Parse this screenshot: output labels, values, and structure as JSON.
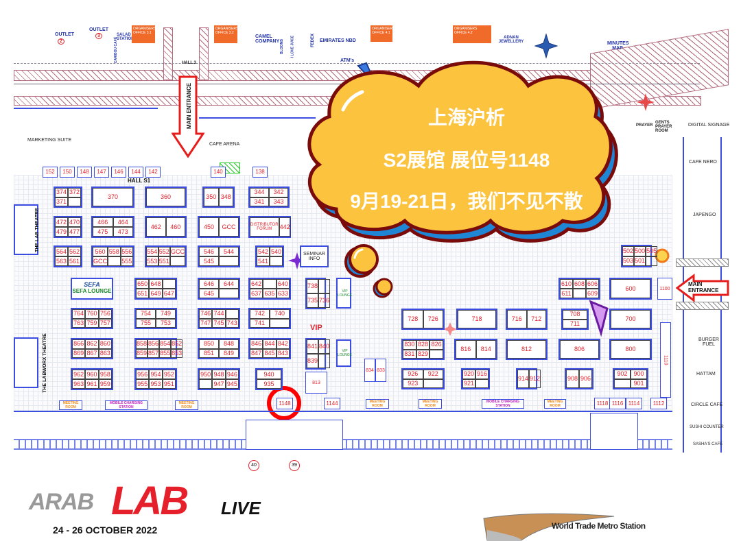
{
  "map": {
    "top_labels": {
      "outlet2": "OUTLET",
      "outlet2_num": "2",
      "outlet3": "OUTLET",
      "outlet3_num": "3",
      "caribou": "CARIBOU CAFÉ",
      "salad": "SALAD STATION",
      "org31": "ORGANISERS OFFICE 3.1",
      "org32": "ORGANISERS OFFICE 3.2",
      "org41": "ORGANISERS OFFICE 4.1",
      "org42": "ORGANISERS OFFICE 4.2",
      "camel": "CAMEL COMPANY",
      "blooms": "BLOOMS",
      "lovejuice": "I LOVE JUICE",
      "fedex": "FEDEX",
      "emirates": "EMIRATES NBD",
      "atms": "ATM's",
      "adnan": "ADNAN JEWELLERY",
      "minutes": "MINUTES MAP",
      "hall3": "HALL 3",
      "hall_s1": "HALL S1",
      "marketing": "MARKETING SUITE",
      "cafe_arena": "CAFE ARENA",
      "main_entrance_top": "MAIN ENTRANCE",
      "prayer": "PRAYER",
      "gents_prayer": "GENTS PRAYER ROOM",
      "digital": "DIGITAL SIGNAGE"
    },
    "right_labels": {
      "cafe_nero": "CAFE NERO",
      "japengo": "JAPENGO",
      "main_entrance_right": "MAIN ENTRANCE",
      "burger": "BURGER FUEL",
      "hattam": "HATTAM",
      "circle": "CIRCLE CAFE",
      "sushi": "SUSHI COUNTER",
      "sasha": "SASHA'S CAFE"
    },
    "theatres": {
      "lab_theatre": "THE LAB THEATRE",
      "labworx": "THE LABWORX THEATRE"
    },
    "sefa": {
      "logo": "SEFA",
      "label": "SEFA LOUNGE"
    },
    "seminar": "SEMINAR INFO",
    "vip": "VIP",
    "vip_lounge": "VIP LOUNGE",
    "meeting_room": "MEETING ROOM",
    "mobile_charging": "MOBILE CHARGING STATION",
    "distributor": "DISTRIBUTOR FORUM",
    "top_row_booths": [
      "152",
      "150",
      "148",
      "147",
      "146",
      "144",
      "142",
      "140",
      "138"
    ],
    "bottom_booths": [
      "1148",
      "1144",
      "1118",
      "1116",
      "1114",
      "1112"
    ],
    "misc_booths": [
      "1100",
      "1110",
      "834",
      "833",
      "813"
    ],
    "parking": [
      "40",
      "39"
    ],
    "blocks": [
      {
        "booths": [
          "374",
          "372",
          "371",
          ""
        ]
      },
      {
        "booths": [
          "370"
        ]
      },
      {
        "booths": [
          "360"
        ]
      },
      {
        "booths": [
          "350",
          "348"
        ]
      },
      {
        "booths": [
          "344",
          "342",
          "341",
          "343"
        ]
      },
      {
        "booths": [
          "472",
          "470",
          "479",
          "477"
        ]
      },
      {
        "booths": [
          "466",
          "464",
          "475",
          "473"
        ]
      },
      {
        "booths": [
          "462",
          "460"
        ]
      },
      {
        "booths": [
          "450",
          "GCC"
        ]
      },
      {
        "booths": [
          "DISTRIBUTOR FORUM",
          "442"
        ]
      },
      {
        "booths": [
          "564",
          "562",
          "563",
          "561"
        ]
      },
      {
        "booths": [
          "560",
          "558",
          "556",
          "GCC",
          "",
          "555"
        ]
      },
      {
        "booths": [
          "554",
          "552",
          "GCC",
          "553",
          "551",
          ""
        ]
      },
      {
        "booths": [
          "546",
          "544",
          "545",
          ""
        ]
      },
      {
        "booths": [
          "542",
          "540",
          "541",
          ""
        ]
      },
      {
        "booths": [
          "650",
          "648",
          "",
          "651",
          "649",
          "647"
        ]
      },
      {
        "booths": [
          "646",
          "644",
          "645",
          ""
        ]
      },
      {
        "booths": [
          "642",
          "",
          "640",
          "637",
          "635",
          "633"
        ]
      },
      {
        "booths": [
          "738",
          "",
          "735",
          "736"
        ]
      },
      {
        "booths": [
          "764",
          "760",
          "756",
          "763",
          "759",
          "757"
        ]
      },
      {
        "booths": [
          "754",
          "749",
          "755",
          "753"
        ]
      },
      {
        "booths": [
          "746",
          "744",
          "",
          "747",
          "745",
          "743"
        ]
      },
      {
        "booths": [
          "742",
          "740",
          "741",
          ""
        ]
      },
      {
        "booths": [
          "866",
          "862",
          "860",
          "869",
          "867",
          "863"
        ]
      },
      {
        "booths": [
          "858",
          "856",
          "854",
          "852",
          "859",
          "857",
          "855",
          "853"
        ]
      },
      {
        "booths": [
          "850",
          "848",
          "851",
          "849"
        ]
      },
      {
        "booths": [
          "846",
          "844",
          "842",
          "847",
          "845",
          "843"
        ]
      },
      {
        "booths": [
          "841",
          "840",
          "839",
          ""
        ]
      },
      {
        "booths": [
          "962",
          "960",
          "958",
          "963",
          "961",
          "959"
        ]
      },
      {
        "booths": [
          "956",
          "954",
          "952",
          "955",
          "953",
          "951"
        ]
      },
      {
        "booths": [
          "950",
          "948",
          "946",
          "",
          "947",
          "945"
        ]
      },
      {
        "booths": [
          "940",
          "935"
        ]
      },
      {
        "booths": [
          "502",
          "500",
          "505",
          "503",
          "501",
          ""
        ]
      },
      {
        "booths": [
          "610",
          "608",
          "606",
          "611",
          "",
          "609"
        ]
      },
      {
        "booths": [
          "600"
        ]
      },
      {
        "booths": [
          "728",
          "726"
        ]
      },
      {
        "booths": [
          "718"
        ]
      },
      {
        "booths": [
          "716",
          "712"
        ]
      },
      {
        "booths": [
          "708",
          "711"
        ]
      },
      {
        "booths": [
          "700"
        ]
      },
      {
        "booths": [
          "830",
          "828",
          "826",
          "831",
          "829",
          ""
        ]
      },
      {
        "booths": [
          "816",
          "814"
        ]
      },
      {
        "booths": [
          "812"
        ]
      },
      {
        "booths": [
          "806"
        ]
      },
      {
        "booths": [
          "800"
        ]
      },
      {
        "booths": [
          "926",
          "922",
          "923",
          ""
        ]
      },
      {
        "booths": [
          "920",
          "916",
          "921",
          ""
        ]
      },
      {
        "booths": [
          "914",
          "912"
        ]
      },
      {
        "booths": [
          "908",
          "906"
        ]
      },
      {
        "booths": [
          "902",
          "900",
          "",
          "901"
        ]
      }
    ]
  },
  "callout": {
    "line1": "上海沪析",
    "line2": "S2展馆 展位号1148",
    "line3": "9月19-21日，我们不见不散",
    "fill": "#fcc33f",
    "stroke": "#7a0b0b",
    "shadow": "#1f86d6",
    "highlight_booth": "1148",
    "marker_color": "#ff0000"
  },
  "footer": {
    "logo_arab": "ARAB",
    "logo_lab": "LAB",
    "logo_live": "LIVE",
    "dates": "24 - 26 OCTOBER 2022",
    "metro": "World Trade Metro Station"
  },
  "colors": {
    "booth_number": "#e0202a",
    "booth_border": "#3a4de0",
    "office": "#f06a2a"
  }
}
